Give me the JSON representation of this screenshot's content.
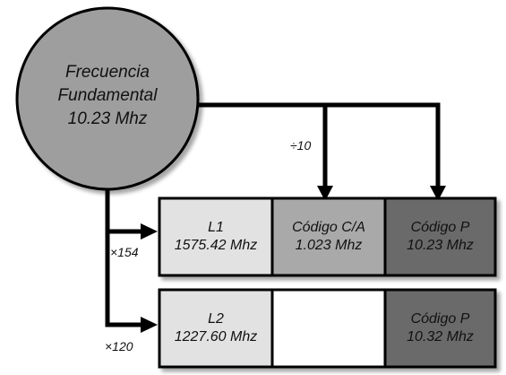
{
  "source": {
    "line1": "Frecuencia",
    "line2": "Fundamental",
    "line3": "10.23 Mhz",
    "fill": "#9e9e9e"
  },
  "operations": {
    "divide": "÷10",
    "mult154": "×154",
    "mult120": "×120"
  },
  "row1": {
    "l1": {
      "name": "L1",
      "value": "1575.42 Mhz",
      "fill": "#e2e2e2"
    },
    "ca": {
      "name": "Código C/A",
      "value": "1.023 Mhz",
      "fill": "#a9a9a9"
    },
    "p": {
      "name": "Código P",
      "value": "10.23 Mhz",
      "fill": "#6b6b6b"
    }
  },
  "row2": {
    "l2": {
      "name": "L2",
      "value": "1227.60 Mhz",
      "fill": "#e2e2e2"
    },
    "empty": {
      "fill": "#ffffff"
    },
    "p": {
      "name": "Código P",
      "value": "10.32 Mhz",
      "fill": "#6b6b6b"
    }
  }
}
